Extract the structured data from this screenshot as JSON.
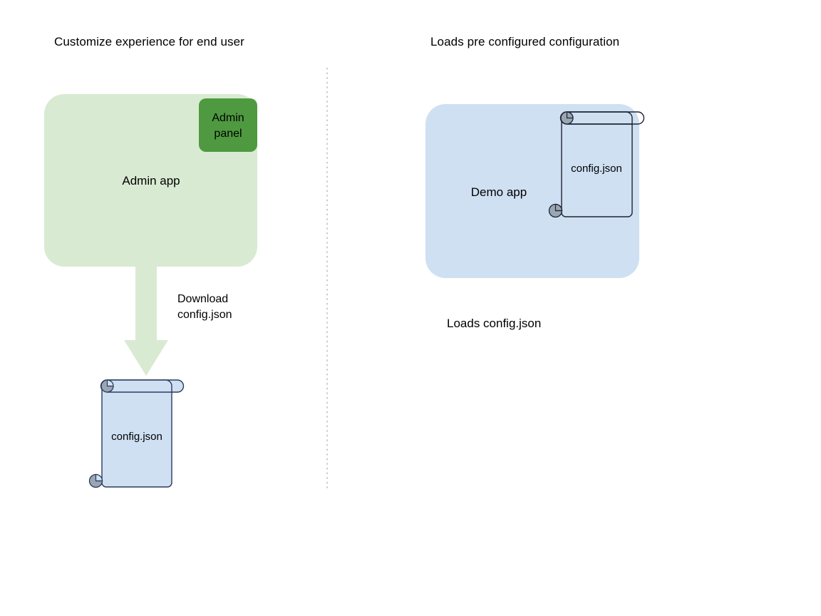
{
  "diagram": {
    "background_color": "#ffffff",
    "left_section": {
      "title": "Customize experience for end user",
      "app_box": {
        "label": "Admin app",
        "fill": "#d9ead3"
      },
      "admin_panel": {
        "label_line1": "Admin",
        "label_line2": "panel",
        "fill": "#4f9a41"
      },
      "arrow": {
        "label_line1": "Download",
        "label_line2": "config.json",
        "fill": "#d9ead3",
        "direction": "down"
      },
      "document": {
        "label": "config.json",
        "fill": "#cfe0f3",
        "stroke": "#2b3a5c",
        "curl_fill": "#9aa6b4"
      }
    },
    "right_section": {
      "title": "Loads pre configured configuration",
      "app_box": {
        "label": "Demo app",
        "fill": "#cfe0f3"
      },
      "document": {
        "label": "config.json",
        "fill": "none",
        "stroke": "#1f2430",
        "curl_fill": "#9aa6b4"
      },
      "caption": "Loads config.json"
    },
    "divider": {
      "style": "dotted",
      "color": "#b0b0b0"
    }
  }
}
